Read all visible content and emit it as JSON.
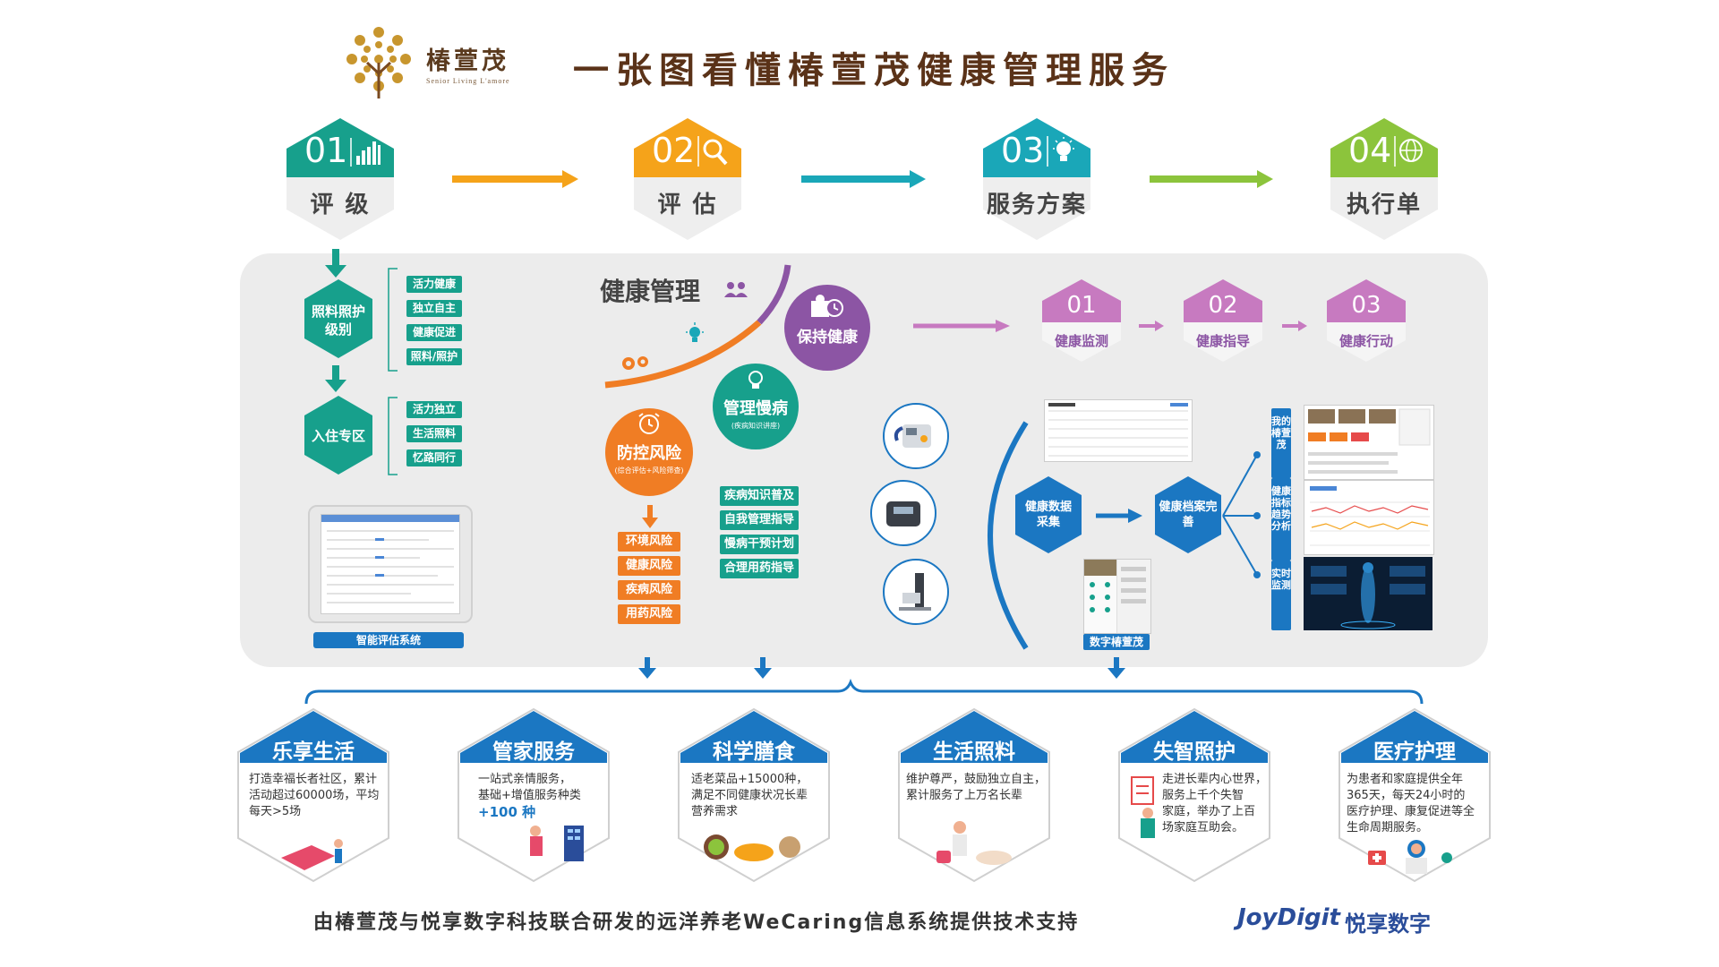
{
  "header": {
    "logo_text": "椿萱茂",
    "logo_sub": "Senior Living L'amore",
    "title": "一张图看懂椿萱茂健康管理服务"
  },
  "steps": [
    {
      "num": "01",
      "label": "评 级",
      "color": "#17a08c",
      "icon": "bar-chart-icon"
    },
    {
      "num": "02",
      "label": "评 估",
      "color": "#f5a31a",
      "icon": "magnifier-icon"
    },
    {
      "num": "03",
      "label": "服务方案",
      "color": "#1aa7b8",
      "icon": "lightbulb-icon"
    },
    {
      "num": "04",
      "label": "执行单",
      "color": "#8cc43c",
      "icon": "globe-user-icon"
    }
  ],
  "rating": {
    "care_level": "照料照护级别",
    "care_tags": [
      "活力健康",
      "独立自主",
      "健康促进",
      "照料/照护"
    ],
    "zone": "入住专区",
    "zone_tags": [
      "活力独立",
      "生活照料",
      "忆路同行"
    ],
    "system_label": "智能评估系统"
  },
  "health": {
    "title": "健康管理",
    "keep": "保持健康",
    "risk_title": "防控风险",
    "risk_sub": "(综合评估+风险筛查)",
    "risk_tags": [
      "环境风险",
      "健康风险",
      "疾病风险",
      "用药风险"
    ],
    "chronic_title": "管理慢病",
    "chronic_sub": "(疾病知识讲座)",
    "chronic_tags": [
      "疾病知识普及",
      "自我管理指导",
      "慢病干预计划",
      "合理用药指导"
    ]
  },
  "process": [
    {
      "num": "01",
      "label": "健康监测"
    },
    {
      "num": "02",
      "label": "健康指导"
    },
    {
      "num": "03",
      "label": "健康行动"
    }
  ],
  "data_flow": {
    "collect": "健康数据采集",
    "archive": "健康档案完善",
    "app_label": "数字椿萱茂",
    "tabs": [
      "我的椿萱茂",
      "健康指标趋势分析",
      "实时监测"
    ]
  },
  "services": [
    {
      "title": "乐享生活",
      "lines": [
        "打造幸福长者社区，累计",
        "活动超过60000场，平均",
        "每天>5场"
      ]
    },
    {
      "title": "管家服务",
      "lines": [
        "一站式亲情服务，",
        "基础+增值服务种类",
        "+100 种"
      ]
    },
    {
      "title": "科学膳食",
      "lines": [
        "适老菜品+15000种，",
        "满足不同健康状况长辈",
        "营养需求"
      ]
    },
    {
      "title": "生活照料",
      "lines": [
        "维护尊严，鼓励独立自主，",
        "累计服务了上万名长辈"
      ]
    },
    {
      "title": "失智照护",
      "lines": [
        "走进长辈内心世界，",
        "服务上千个失智",
        "家庭，举办了上百",
        "场家庭互助会。"
      ]
    },
    {
      "title": "医疗护理",
      "lines": [
        "为患者和家庭提供全年",
        "365天，每天24小时的",
        "医疗护理、康复促进等全",
        "生命周期服务。"
      ]
    }
  ],
  "footer": {
    "text": "由椿萱茂与悦享数字科技联合研发的远洋养老WeCaring信息系统提供技术支持",
    "brand_en": "JoyDigit",
    "brand_cn": "悦享数字"
  },
  "colors": {
    "green": "#17a08c",
    "orange": "#f07d24",
    "yellow": "#f5a31a",
    "cyan": "#1aa7b8",
    "lime": "#8cc43c",
    "purple": "#8c55a4",
    "blue": "#1b77c2",
    "pink": "#c77ac0",
    "brown": "#5a3218"
  }
}
